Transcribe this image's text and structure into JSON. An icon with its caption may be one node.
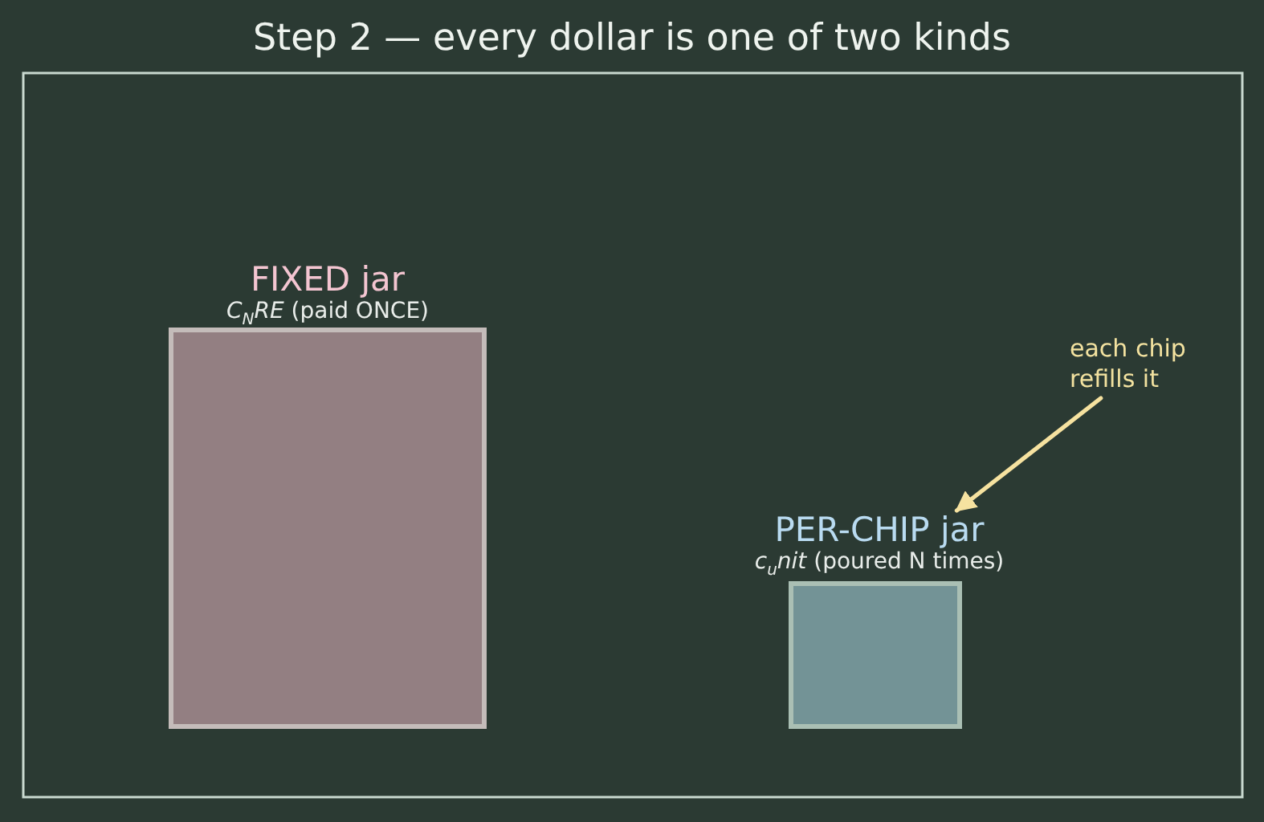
{
  "diagram": {
    "title": "Step 2 — every dollar is one of two kinds",
    "nodes": [
      {
        "text": [
          "FIXED jar",
          "*C*$_{N}$*RE* (paid ONCE)"
        ]
      },
      {
        "text": [
          "PER-CHIP jar",
          "*c*$_{u}$*nit* (poured N times)"
        ]
      },
      {
        "text": [
          "each chip refills it"
        ]
      }
    ],
    "edges": [
      {
        "from": 2,
        "to": 1,
        "arrow": "to"
      }
    ]
  }
}
